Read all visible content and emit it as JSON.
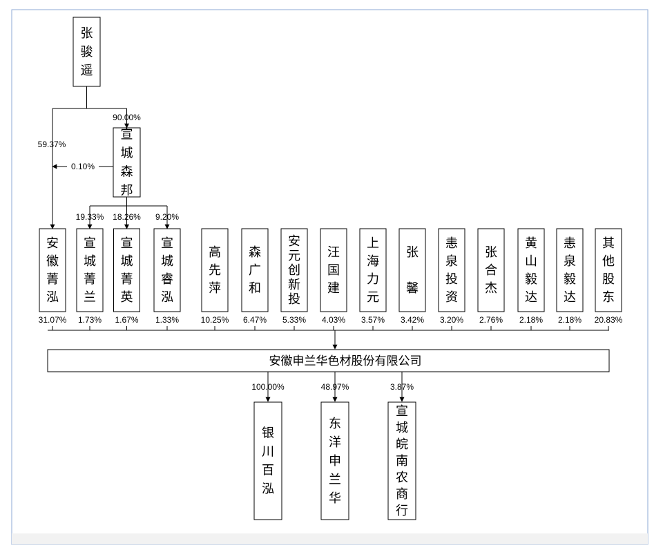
{
  "founder": {
    "name": "张骏遥"
  },
  "holding": {
    "name": "宣城森邦",
    "founder_pct": "90.00%",
    "direct_pct": "59.37%",
    "cross_pct": "0.10%"
  },
  "platforms": [
    {
      "name": "宣城菁兰",
      "holding_pct": "19.33%",
      "company_pct": "1.73%"
    },
    {
      "name": "宣城菁英",
      "holding_pct": "18.26%",
      "company_pct": "1.67%"
    },
    {
      "name": "宣城睿泓",
      "holding_pct": "9.20%",
      "company_pct": "1.33%"
    }
  ],
  "shareholders": [
    {
      "name": "安徽菁泓",
      "pct": "31.07%"
    },
    {
      "name": "高先萍",
      "pct": "10.25%"
    },
    {
      "name": "森广和",
      "pct": "6.47%"
    },
    {
      "name": "安元创新投",
      "pct": "5.33%"
    },
    {
      "name": "汪国建",
      "pct": "4.03%"
    },
    {
      "name": "上海力元",
      "pct": "3.57%"
    },
    {
      "name": "张 馨",
      "pct": "3.42%"
    },
    {
      "name": "恚泉投资",
      "pct": "3.20%"
    },
    {
      "name": "张合杰",
      "pct": "2.76%"
    },
    {
      "name": "黄山毅达",
      "pct": "2.18%"
    },
    {
      "name": "恚泉毅达",
      "pct": "2.18%"
    },
    {
      "name": "其他股东",
      "pct": "20.83%"
    }
  ],
  "company": {
    "name": "安徽申兰华色材股份有限公司"
  },
  "subsidiaries": [
    {
      "name": "银川百泓",
      "pct": "100.00%"
    },
    {
      "name": "东洋申兰华",
      "pct": "48.97%"
    },
    {
      "name": "宣城皖南农商行",
      "pct": "3.87%"
    }
  ]
}
